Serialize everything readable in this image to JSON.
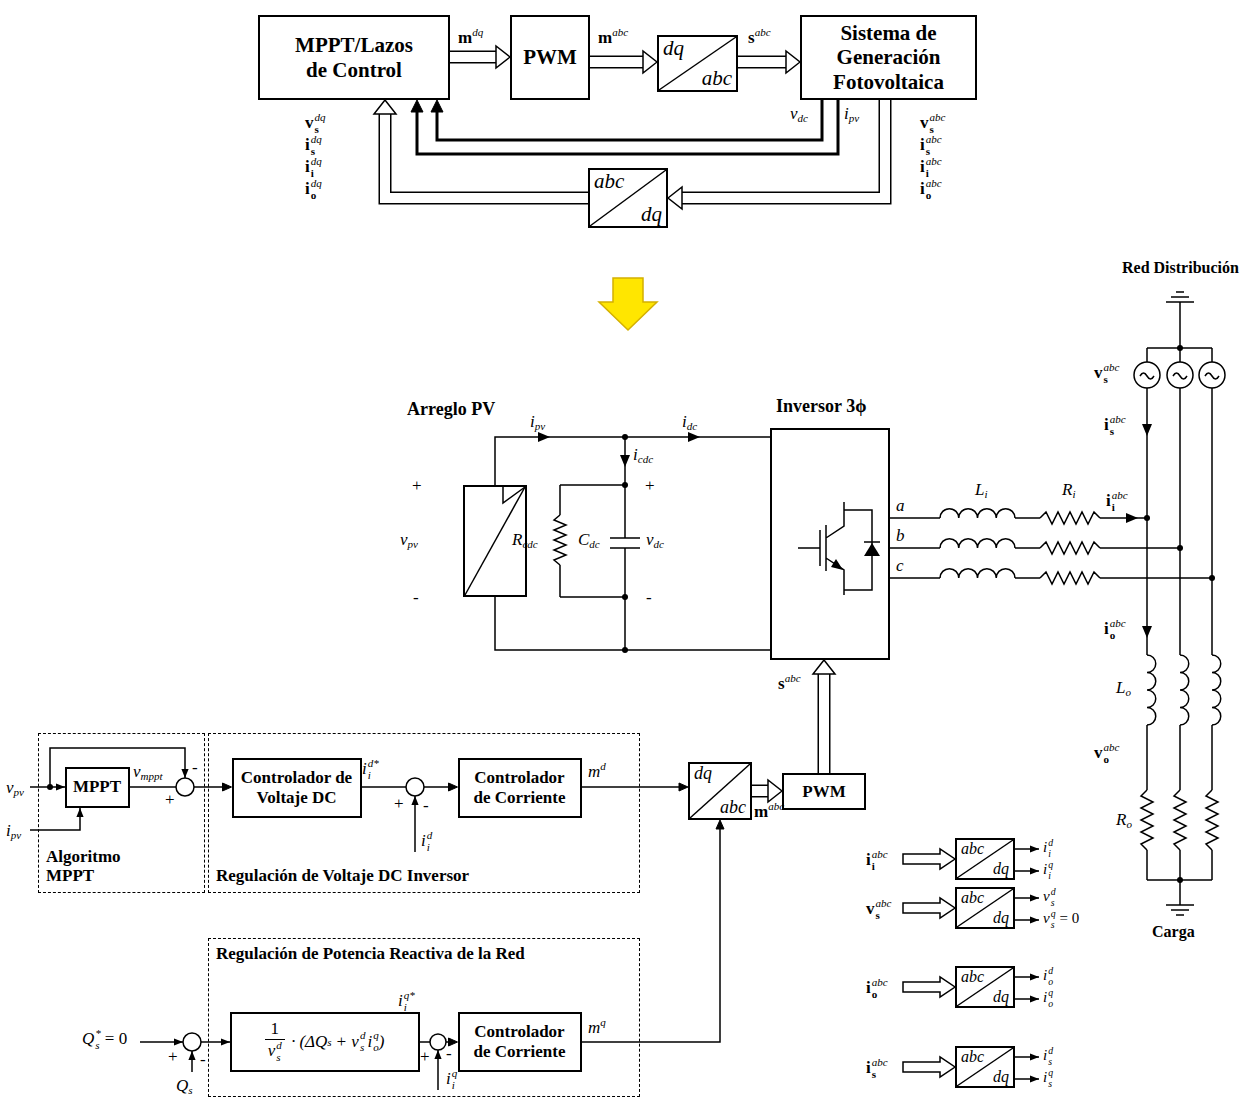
{
  "diagram": {
    "nodes": [
      {
        "text": [
          "MPPT/Lazos de Control"
        ]
      },
      {
        "text": [
          "PWM"
        ]
      },
      {
        "text": [
          "dq",
          "abc"
        ]
      },
      {
        "text": [
          "Sistema de Generación Fotovoltaica"
        ]
      },
      {
        "text": [
          "abc",
          "dq"
        ]
      },
      {
        "text": [
          "Arreglo PV"
        ]
      },
      {
        "text": [
          "Inversor 3ϕ"
        ]
      },
      {
        "text": [
          "Algoritmo MPPT"
        ]
      },
      {
        "text": [
          "MPPT"
        ],
        "in": 7
      },
      {
        "text": [
          "Regulación de Voltaje DC Inversor"
        ]
      },
      {
        "text": [
          "Controlador de Voltaje DC"
        ],
        "in": 9
      },
      {
        "text": [
          "Controlador de Corriente"
        ],
        "in": 9
      },
      {
        "text": [
          "dq",
          "abc"
        ]
      },
      {
        "text": [
          "PWM"
        ]
      },
      {
        "text": [
          "Regulación de Potencia Reactiva de la Red"
        ]
      },
      {
        "text": [
          "1",
          "v",
          "s",
          "d",
          "·",
          "(ΔQ",
          "s",
          "+ v",
          "s",
          "d",
          "i",
          "o",
          "q",
          ")"
        ],
        "in": 14
      },
      {
        "text": [
          "Controlador de Corriente"
        ],
        "in": 14
      },
      {
        "text": [
          "abc",
          "dq"
        ]
      },
      {
        "text": [
          "abc",
          "dq"
        ]
      },
      {
        "text": [
          "abc",
          "dq"
        ]
      },
      {
        "text": [
          "abc",
          "dq"
        ]
      }
    ],
    "edges": [
      {
        "from": 0,
        "to": 1,
        "arrow": "to"
      },
      {
        "from": 1,
        "to": 2,
        "arrow": "to"
      },
      {
        "from": 2,
        "to": 3,
        "arrow": "to"
      },
      {
        "from": 3,
        "to": 0,
        "arrow": "to"
      },
      {
        "from": 3,
        "to": 0,
        "arrow": "to"
      },
      {
        "from": 3,
        "to": 4,
        "arrow": "to"
      },
      {
        "from": 4,
        "to": 0,
        "arrow": "to"
      },
      {
        "from": 5,
        "to": 6,
        "arrow": "none"
      },
      {
        "from": 5,
        "to": 6,
        "arrow": "none"
      },
      {
        "from": 8,
        "to": 10,
        "arrow": "to"
      },
      {
        "from": 10,
        "to": 11,
        "arrow": "to"
      },
      {
        "from": 11,
        "to": 12,
        "arrow": "to"
      },
      {
        "from": 12,
        "to": 13,
        "arrow": "to"
      },
      {
        "from": 13,
        "to": 6,
        "arrow": "to"
      },
      {
        "from": 15,
        "to": 16,
        "arrow": "to"
      },
      {
        "from": 16,
        "to": 12,
        "arrow": "to"
      }
    ],
    "labels": [
      "m",
      "dq",
      "m",
      "abc",
      "s",
      "abc",
      "v",
      "dc",
      "i",
      "pv",
      "v",
      "s",
      "dq",
      "i",
      "s",
      "dq",
      "i",
      "i",
      "dq",
      "i",
      "o",
      "dq",
      "v",
      "s",
      "abc",
      "i",
      "s",
      "abc",
      "i",
      "i",
      "abc",
      "i",
      "o",
      "abc",
      "i",
      "pv",
      "i",
      "dc",
      "i",
      "cdc",
      "+",
      "v",
      "pv",
      "-",
      "R",
      "cdc",
      "C",
      "dc",
      "+",
      "v",
      "dc",
      "-",
      "a",
      "b",
      "c",
      "L",
      "i",
      "R",
      "i",
      "i",
      "i",
      "abc",
      "v",
      "s",
      "abc",
      "i",
      "s",
      "abc",
      "i",
      "o",
      "abc",
      "L",
      "o",
      "v",
      "o",
      "abc",
      "R",
      "o",
      "Red Distribución",
      "Carga",
      "v",
      "pv",
      "i",
      "pv",
      "v",
      "mppt",
      "+",
      "-",
      "i",
      "i",
      "d*",
      "+",
      "-",
      "i",
      "i",
      "d",
      "m",
      "d",
      "m",
      "abc",
      "s",
      "abc",
      "Q",
      "s",
      "*",
      "= 0",
      "+",
      "-",
      "Q",
      "s",
      "i",
      "i",
      "q*",
      "+",
      "-",
      "i",
      "i",
      "q",
      "m",
      "q",
      "i",
      "i",
      "abc",
      "v",
      "s",
      "abc",
      "i",
      "o",
      "abc",
      "i",
      "s",
      "abc",
      "i",
      "i",
      "d",
      "i",
      "i",
      "q",
      "v",
      "s",
      "d",
      "v",
      "s",
      "q",
      "= 0",
      "i",
      "o",
      "d",
      "i",
      "o",
      "q",
      "i",
      "s",
      "d",
      "i",
      "s",
      "q"
    ]
  }
}
